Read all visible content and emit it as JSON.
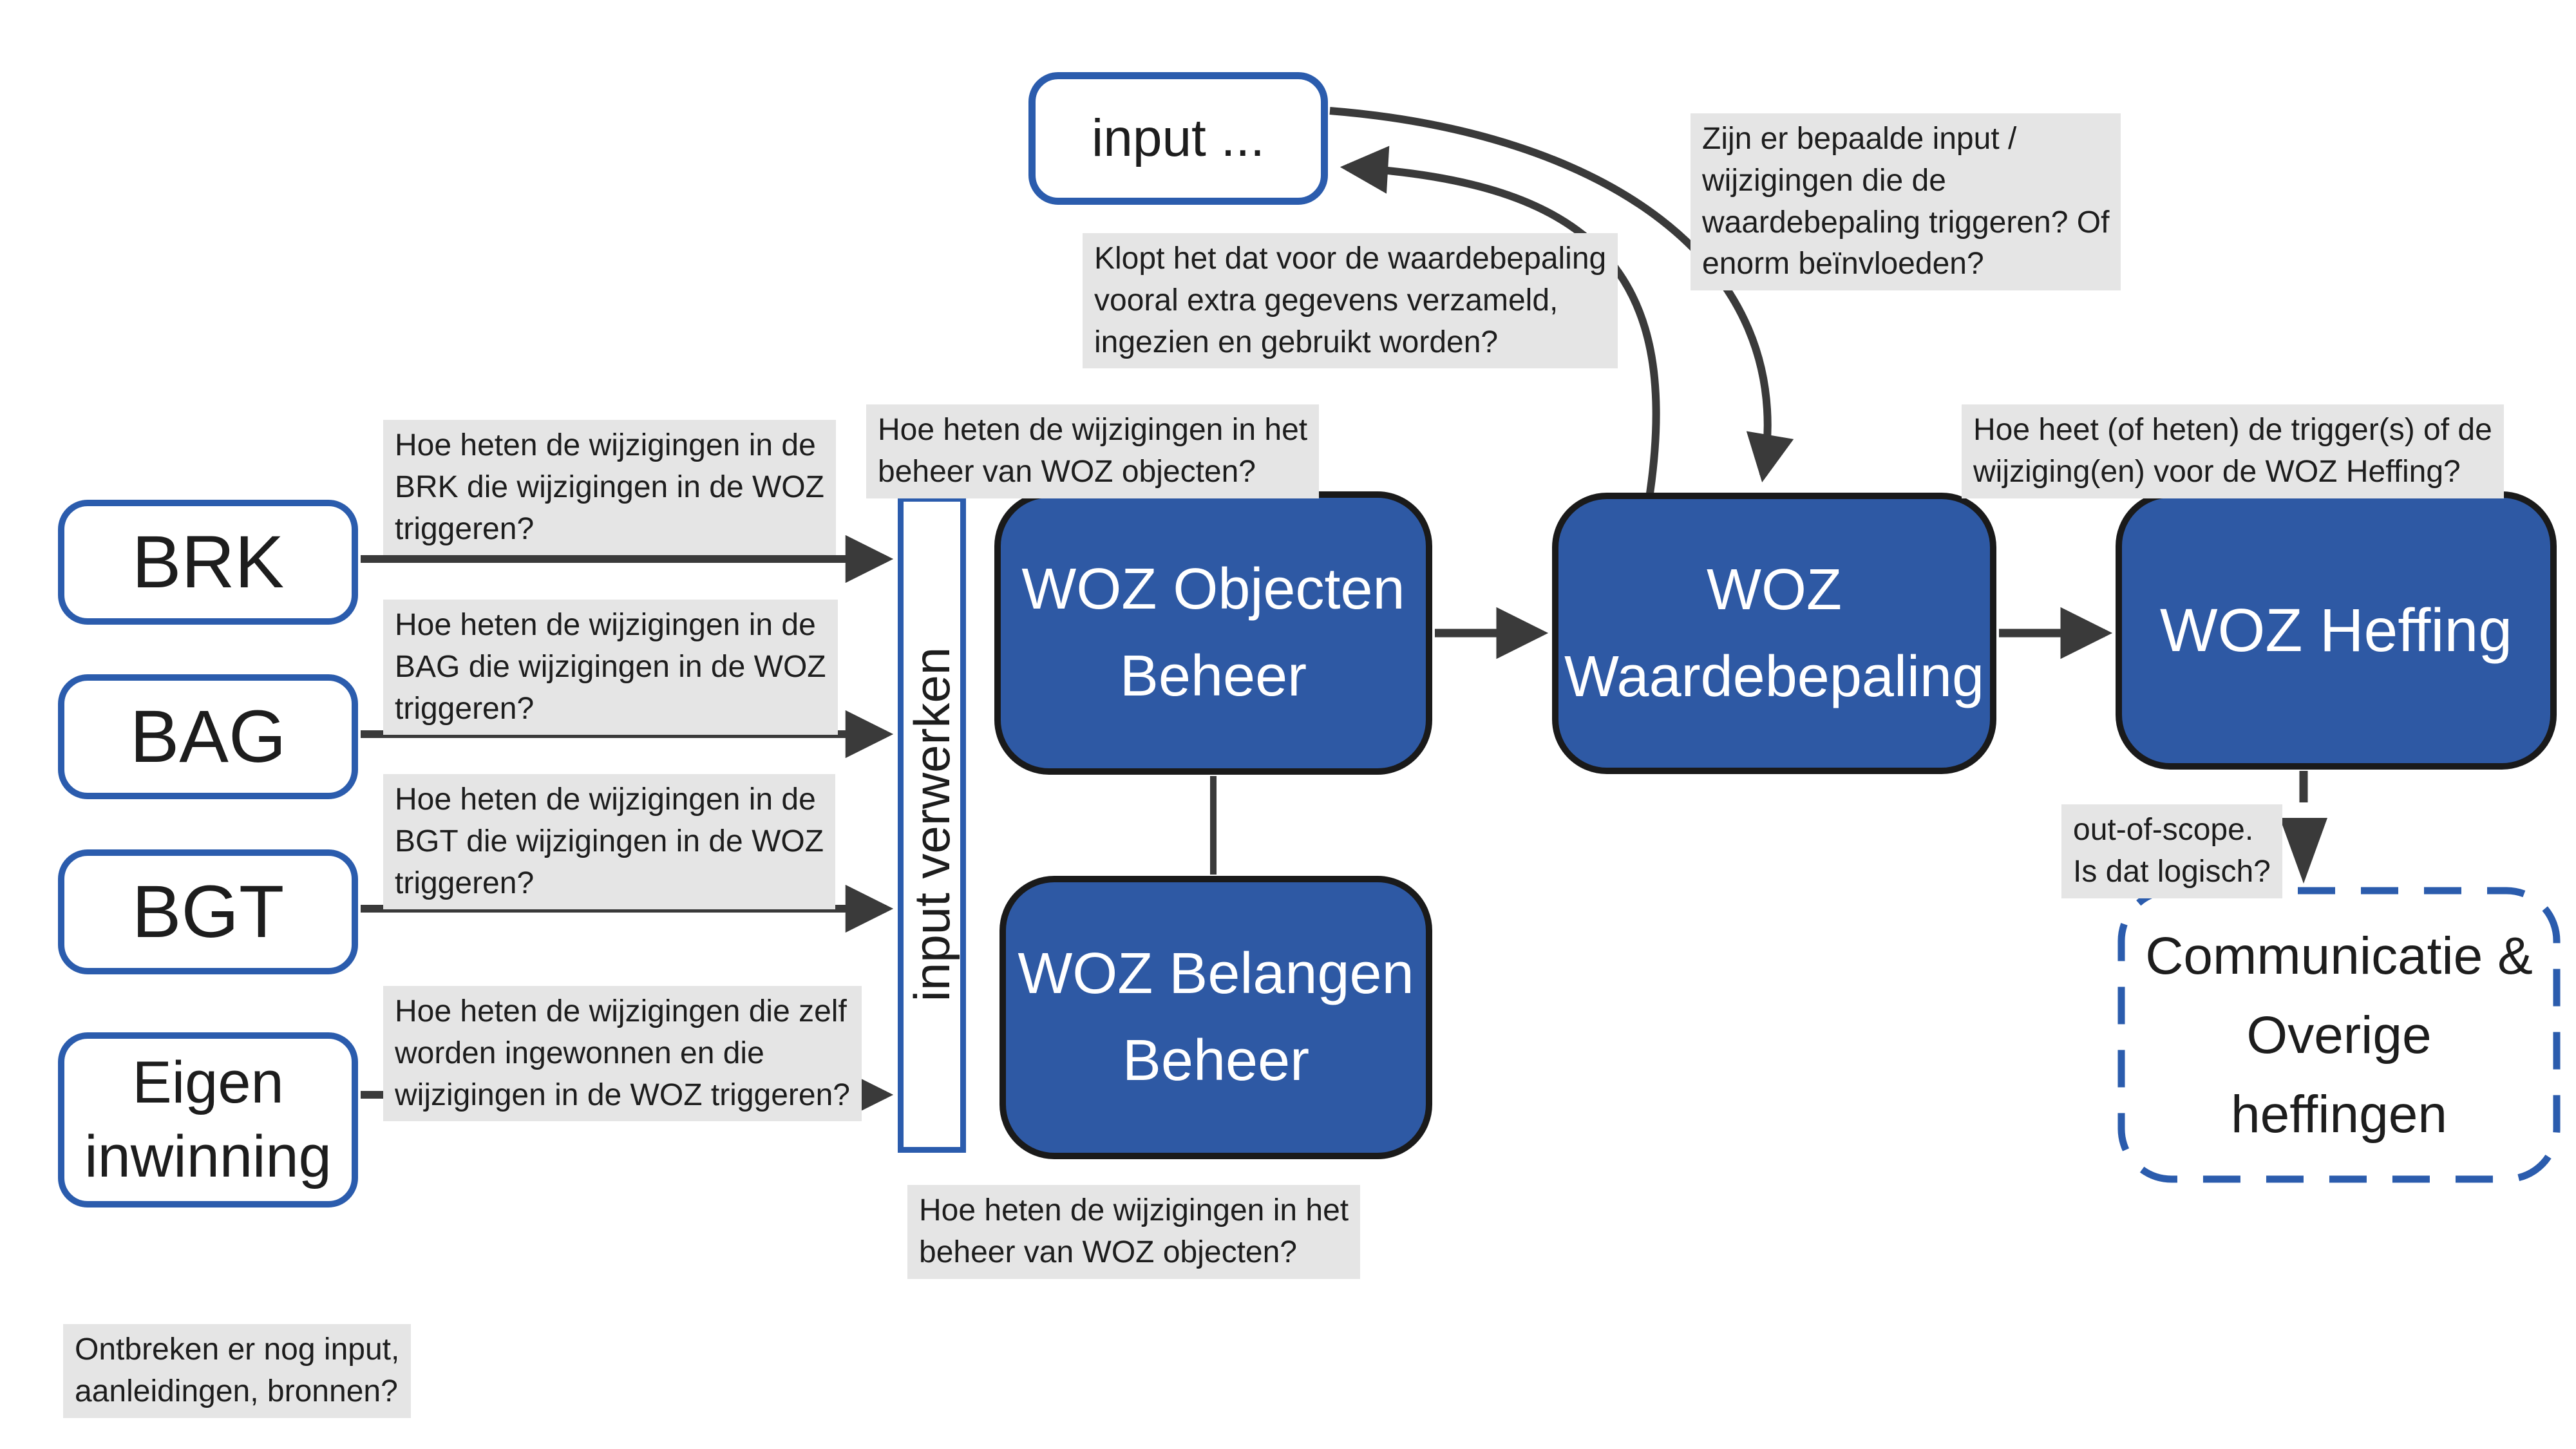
{
  "colors": {
    "blue": "#2e59a4",
    "blue_border": "#2b5cad",
    "node_stroke": "#1a1a1a",
    "arrow": "#3a3a3a",
    "annotation_bg": "#e5e5e5",
    "ink": "#1d1d1d"
  },
  "nodes": {
    "input_top": "input ...",
    "sources": [
      {
        "label": "BRK"
      },
      {
        "label": "BAG"
      },
      {
        "label": "BGT"
      },
      {
        "label": "Eigen\ninwinning"
      }
    ],
    "input_verwerken": "input verwerken",
    "woz_objecten": "WOZ Objecten\nBeheer",
    "woz_belangen": "WOZ Belangen\nBeheer",
    "woz_waardebepaling": "WOZ\nWaardebepaling",
    "woz_heffing": "WOZ Heffing",
    "communicatie": "Communicatie &\nOverige\nheffingen"
  },
  "annotations": {
    "zijn_er": "Zijn er bepaalde input /\nwijzigingen die de\nwaardebepaling triggeren? Of\nenorm beïnvloeden?",
    "klopt_het": "Klopt het dat voor de waardebepaling\nvooral extra gegevens verzameld,\ningezien en gebruikt worden?",
    "brk": "Hoe heten de wijzigingen in de\nBRK die wijzigingen in de WOZ\ntriggeren?",
    "bag": "Hoe heten de wijzigingen in de\nBAG die wijzigingen in de WOZ\ntriggeren?",
    "bgt": "Hoe heten de wijzigingen in de\nBGT die wijzigingen in de WOZ\ntriggeren?",
    "eigen": "Hoe heten de wijzigingen die zelf\nworden ingewonnen en die\nwijzigingen in de WOZ triggeren?",
    "objecten_top": "Hoe heten de wijzigingen in het\nbeheer van WOZ objecten?",
    "belangen_bottom": "Hoe heten de wijzigingen in het\nbeheer van WOZ objecten?",
    "heffing_trigger": "Hoe heet (of heten) de trigger(s) of de\nwijziging(en) voor de WOZ Heffing?",
    "out_of_scope": "out-of-scope.\nIs dat logisch?",
    "ontbreken": "Ontbreken er nog input,\naanleidingen, bronnen?"
  }
}
